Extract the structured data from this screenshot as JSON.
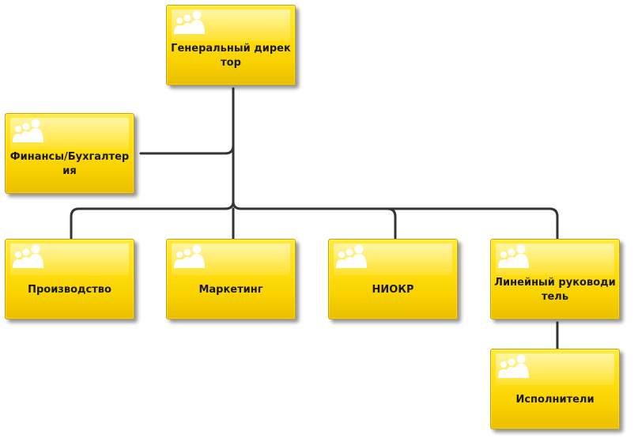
{
  "nodes": {
    "ceo": "Генеральный директор",
    "finance": "Финансы/Бухгалтерия",
    "production": "Производство",
    "marketing": "Маркетинг",
    "rnd": "НИОКР",
    "line_manager": "Линейный руководитель",
    "executors": "Исполнители"
  },
  "colors": {
    "box_fill": "#ffde11",
    "box_border": "#c9a200",
    "connector": "#333333",
    "icon": "#ffffff"
  },
  "icons": {
    "node_icon": "people-icon"
  }
}
